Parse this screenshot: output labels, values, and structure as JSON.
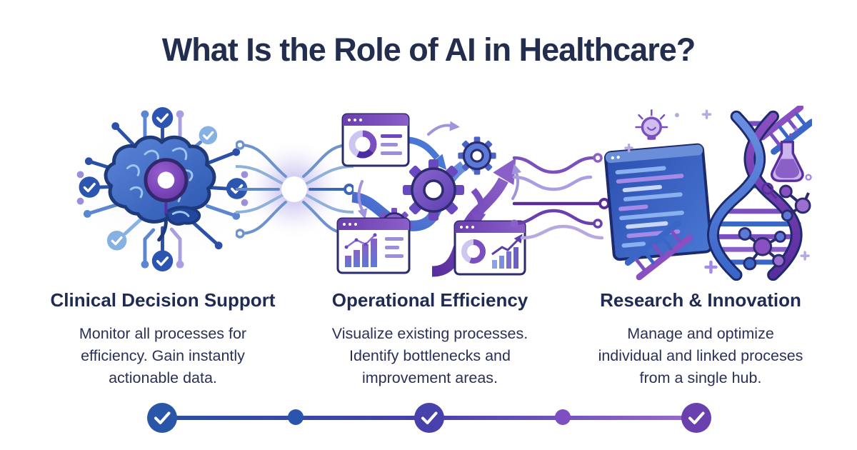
{
  "title": "What Is the Role of AI in Healthcare?",
  "columns": [
    {
      "heading": "Clinical Decision Support",
      "description": "Monitor all processes for efficiency. Gain instantly actionable data.",
      "lines": [
        "Monitor all processes for",
        "efficiency. Gain instantly",
        "actionable data."
      ],
      "illustration": "ai-brain-circuit-board",
      "illustration_icons": [
        "brain-icon",
        "check-badge-icon",
        "circuit-trace",
        "core-node-icon"
      ]
    },
    {
      "heading": "Operational Efficiency",
      "description": "Visualize existing processes. Identify bottlenecks and improvement areas.",
      "lines": [
        "Visualize existing processes.",
        "Identify bottlenecks and",
        "improvement areas."
      ],
      "illustration": "workflow-gears-arrows-dashboards",
      "illustration_icons": [
        "gear-icon",
        "growth-arrow-icon",
        "browser-window-icon",
        "donut-chart-icon",
        "bar-chart-icon"
      ]
    },
    {
      "heading": "Research & Innovation",
      "description": "Manage and optimize individual and linked proceses from a single hub.",
      "lines": [
        "Manage and optimize",
        "individual and linked proceses",
        "from a single hub."
      ],
      "illustration": "dna-helix-code-molecules-lab",
      "illustration_icons": [
        "dna-icon",
        "code-window-icon",
        "lightbulb-icon",
        "flask-icon",
        "molecule-icon"
      ]
    }
  ],
  "connectors": [
    {
      "name": "neural-glow-hub"
    },
    {
      "name": "purple-circuit-traces"
    }
  ],
  "timeline": {
    "line_colors": [
      "#2a50a2",
      "#9b6ace"
    ],
    "nodes": [
      {
        "type": "check",
        "color": "#2a56a8"
      },
      {
        "type": "dot",
        "color": "#2b55ad"
      },
      {
        "type": "check",
        "color": "#4840ab"
      },
      {
        "type": "dot",
        "color": "#7d4fc2"
      },
      {
        "type": "check",
        "color": "#6a3fae"
      }
    ]
  },
  "colors": {
    "background": "#ffffff",
    "title_text": "#232e4e",
    "heading_text": "#1f2b52",
    "body_text": "#2a3158",
    "blue": "#2b55b0",
    "light_blue": "#85b2e2",
    "purple": "#7a4fc0",
    "lavender": "#a79fe0"
  }
}
